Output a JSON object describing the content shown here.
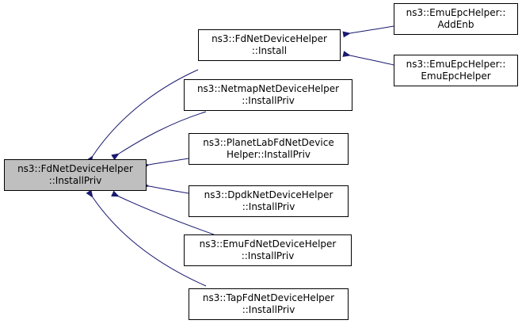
{
  "colors": {
    "root_fill": "#bfbfbf",
    "node_fill": "#ffffff",
    "edge": "#191970",
    "border": "#000000"
  },
  "nodes": {
    "root": {
      "line1": "ns3::FdNetDeviceHelper",
      "line2": "::InstallPriv"
    },
    "fd_install": {
      "line1": "ns3::FdNetDeviceHelper",
      "line2": "::Install"
    },
    "netmap": {
      "line1": "ns3::NetmapNetDeviceHelper",
      "line2": "::InstallPriv"
    },
    "planetlab": {
      "line1": "ns3::PlanetLabFdNetDevice",
      "line2": "Helper::InstallPriv"
    },
    "dpdk": {
      "line1": "ns3::DpdkNetDeviceHelper",
      "line2": "::InstallPriv"
    },
    "emufd": {
      "line1": "ns3::EmuFdNetDeviceHelper",
      "line2": "::InstallPriv"
    },
    "tapfd": {
      "line1": "ns3::TapFdNetDeviceHelper",
      "line2": "::InstallPriv"
    },
    "addenb": {
      "line1": "ns3::EmuEpcHelper::",
      "line2": "AddEnb"
    },
    "emuepc": {
      "line1": "ns3::EmuEpcHelper::",
      "line2": "EmuEpcHelper"
    }
  }
}
